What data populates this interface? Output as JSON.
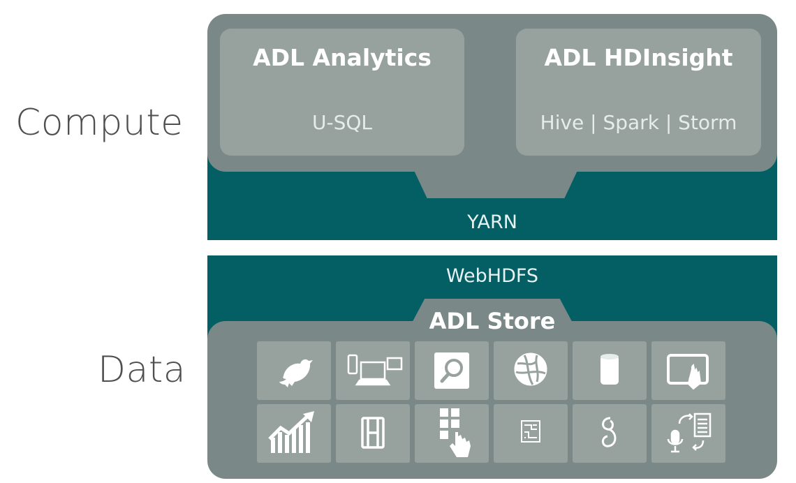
{
  "side_labels": {
    "compute": "Compute",
    "data": "Data"
  },
  "compute": {
    "analytics": {
      "title": "ADL Analytics",
      "subtitle": "U-SQL"
    },
    "hdinsight": {
      "title": "ADL HDInsight",
      "subtitle": "Hive | Spark | Storm"
    }
  },
  "yarn": "YARN",
  "webhdfs": "WebHDFS",
  "store": {
    "title": "ADL Store"
  },
  "tiles": [
    "bird-icon",
    "devices-icon",
    "search-icon",
    "globe-icon",
    "database-icon",
    "touch-screen-icon",
    "chart-growth-icon",
    "film-icon",
    "touch-grid-icon",
    "circuit-icon",
    "link-icon",
    "speech-to-text-icon"
  ],
  "colors": {
    "teal": "#035f63",
    "tray": "#7a8987",
    "box": "#97a29f"
  }
}
